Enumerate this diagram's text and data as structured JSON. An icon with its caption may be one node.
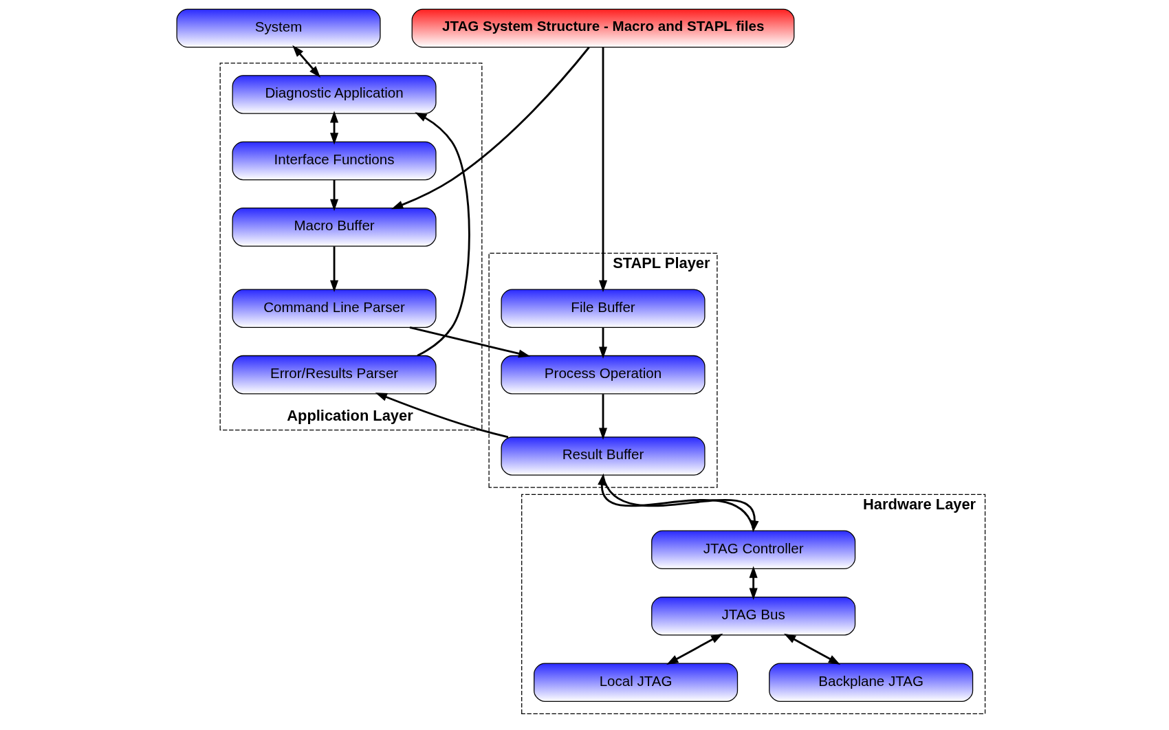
{
  "diagram": {
    "nodes": [
      {
        "text": [
          "System"
        ]
      },
      {
        "text": [
          "JTAG System Structure - Macro and STAPL files"
        ]
      },
      {
        "text": [
          "Application Layer"
        ]
      },
      {
        "text": [
          "Diagnostic Application"
        ],
        "in": 2
      },
      {
        "text": [
          "Interface Functions"
        ],
        "in": 2
      },
      {
        "text": [
          "Macro Buffer"
        ],
        "in": 2
      },
      {
        "text": [
          "Command Line Parser"
        ],
        "in": 2
      },
      {
        "text": [
          "Error/Results Parser"
        ],
        "in": 2
      },
      {
        "text": [
          "STAPL Player"
        ]
      },
      {
        "text": [
          "File Buffer"
        ],
        "in": 8
      },
      {
        "text": [
          "Process Operation"
        ],
        "in": 8
      },
      {
        "text": [
          "Result Buffer"
        ],
        "in": 8
      },
      {
        "text": [
          "Hardware Layer"
        ]
      },
      {
        "text": [
          "JTAG Controller"
        ],
        "in": 12
      },
      {
        "text": [
          "JTAG Bus"
        ],
        "in": 12
      },
      {
        "text": [
          "Local JTAG"
        ],
        "in": 12
      },
      {
        "text": [
          "Backplane JTAG"
        ],
        "in": 12
      }
    ],
    "edges": [
      {
        "from": 0,
        "to": 3,
        "arrow": "both"
      },
      {
        "from": 3,
        "to": 4,
        "arrow": "both"
      },
      {
        "from": 4,
        "to": 5,
        "arrow": "to"
      },
      {
        "from": 5,
        "to": 6,
        "arrow": "to"
      },
      {
        "from": 1,
        "to": 5,
        "arrow": "to"
      },
      {
        "from": 1,
        "to": 9,
        "arrow": "to"
      },
      {
        "from": 9,
        "to": 10,
        "arrow": "to"
      },
      {
        "from": 10,
        "to": 11,
        "arrow": "to"
      },
      {
        "from": 6,
        "to": 10,
        "arrow": "to"
      },
      {
        "from": 11,
        "to": 7,
        "arrow": "to"
      },
      {
        "from": 7,
        "to": 3,
        "arrow": "to"
      },
      {
        "from": 11,
        "to": 13,
        "arrow": "to"
      },
      {
        "from": 13,
        "to": 11,
        "arrow": "to"
      },
      {
        "from": 13,
        "to": 14,
        "arrow": "both"
      },
      {
        "from": 14,
        "to": 15,
        "arrow": "both"
      },
      {
        "from": 14,
        "to": 16,
        "arrow": "both"
      }
    ]
  }
}
